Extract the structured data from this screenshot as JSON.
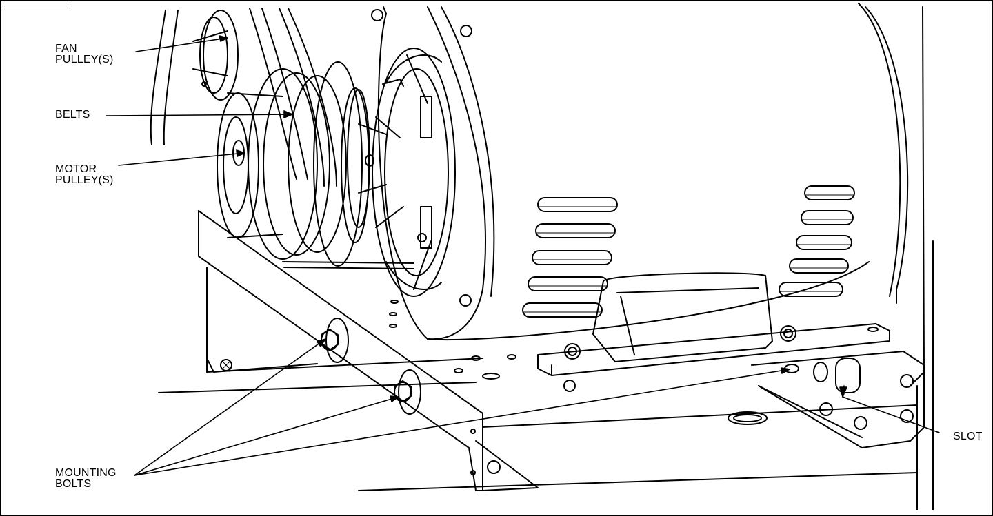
{
  "labels": {
    "fan_pulley": "FAN\nPULLEY(S)",
    "belts": "BELTS",
    "motor_pulley": "MOTOR\nPULLEY(S)",
    "mounting_bolts": "MOUNTING\nBOLTS",
    "slot": "SLOT"
  },
  "colors": {
    "line": "#000000",
    "paper": "#ffffff"
  }
}
